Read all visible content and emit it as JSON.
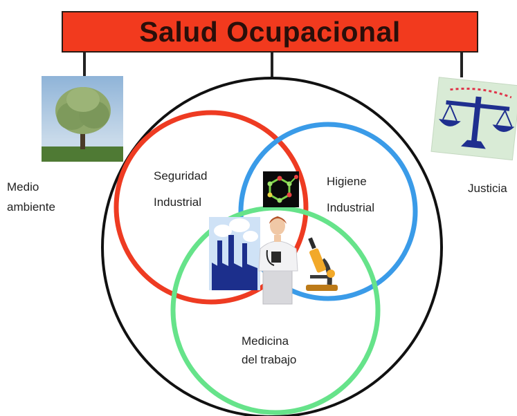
{
  "title": "Salud Ocupacional",
  "colors": {
    "title_bar": "#f23a1e",
    "seguridad_circle": "#ee3b22",
    "higiene_circle": "#3a9be8",
    "medicina_circle": "#66e38a",
    "outer_circle": "#111111"
  },
  "side_items": {
    "medio_ambiente": {
      "line1": "Medio",
      "line2": "ambiente",
      "icon": "tree-icon"
    },
    "justicia": {
      "label": "Justicia",
      "icon": "scales-icon"
    }
  },
  "areas": {
    "seguridad": {
      "line1": "Seguridad",
      "line2": "Industrial"
    },
    "higiene": {
      "line1": "Higiene",
      "line2": "Industrial"
    },
    "medicina": {
      "line1": "Medicina",
      "line2": "del trabajo"
    }
  },
  "center_icons": [
    "molecule-icon",
    "factory-icon",
    "doctor-icon",
    "microscope-icon"
  ]
}
